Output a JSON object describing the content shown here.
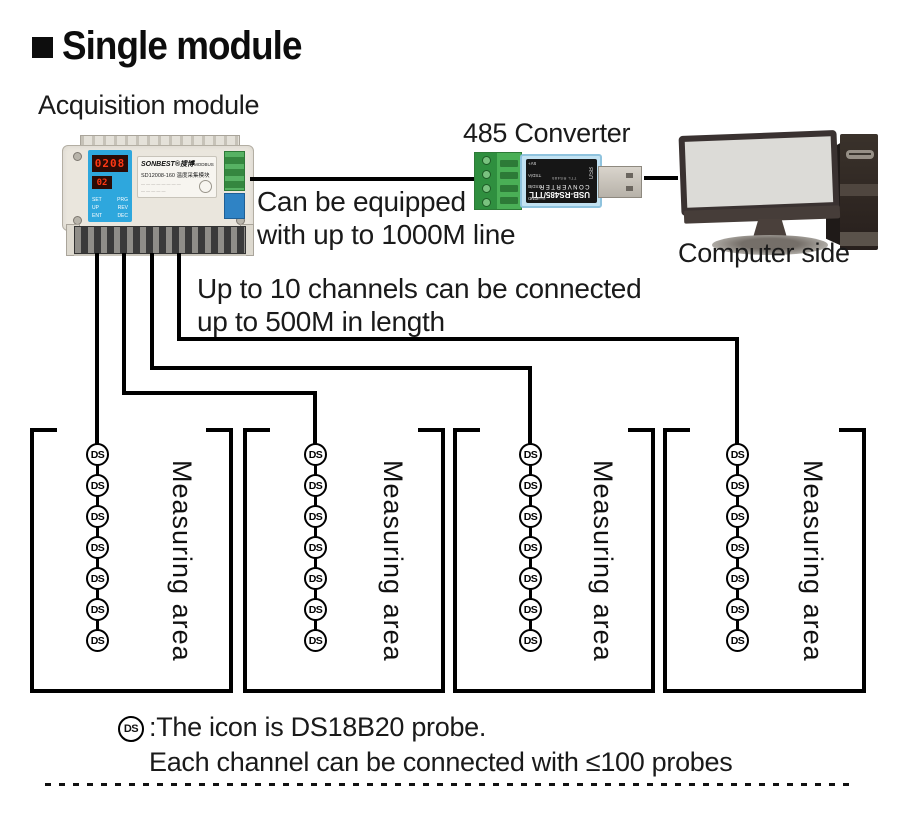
{
  "title": "Single module",
  "acquisition": {
    "label": "Acquisition module",
    "display_main": "0208",
    "display_sub": "02",
    "keys": [
      [
        "SET",
        "PRG"
      ],
      [
        "UP",
        "REV"
      ],
      [
        "ENT",
        "DEC"
      ]
    ],
    "brand": "SONBEST®搜博",
    "modbus": "MODBUS",
    "model": "SD12008-160 温度采集模块"
  },
  "converter": {
    "label": "485 Converter",
    "board_title": "USB-RS485/TTL",
    "board_subtitle": "CONVERTER",
    "board_small": "TTL RS485",
    "pwr": "PWR TX",
    "usb": "USB",
    "pins": [
      "5V+",
      "TXD/A",
      "RXD/B",
      "GND"
    ]
  },
  "computer": {
    "label": "Computer side"
  },
  "notes": {
    "equip_line1": "Can be equipped",
    "equip_line2": "with up to 1000M line",
    "channels_line1": "Up to 10 channels can be connected",
    "channels_line2": "up to 500M in length"
  },
  "probe_icon": "DS",
  "areas": [
    {
      "label": "Measuring area",
      "probe_count": 7
    },
    {
      "label": "Measuring area",
      "probe_count": 7
    },
    {
      "label": "Measuring area",
      "probe_count": 7
    },
    {
      "label": "Measuring area",
      "probe_count": 7
    }
  ],
  "legend": {
    "line1": ":The icon is DS18B20 probe.",
    "line2": "Each channel can be connected with ≤100 probes"
  },
  "colors": {
    "wire": "#000000",
    "module_body": "#eae6dd",
    "module_panel": "#2ea7dd",
    "led": "#ff3814",
    "terminal_green": "#3f9b4a",
    "pcb_blue": "#c2e2f2",
    "label_black": "#161616"
  }
}
